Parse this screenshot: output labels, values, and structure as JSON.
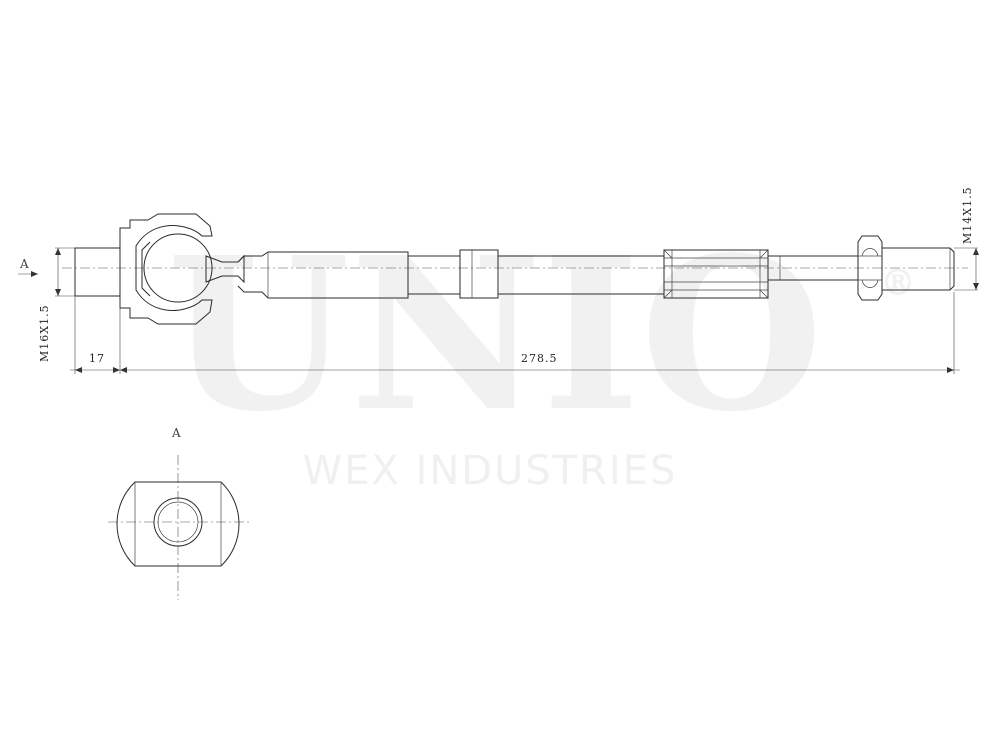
{
  "watermark": {
    "brand": "UNIO",
    "registered": "®",
    "company": "WEX INDUSTRIES"
  },
  "dimensions": {
    "left_thread": "M16X1.5",
    "right_thread": "M14X1.5",
    "left_length": "17",
    "total_length": "278.5"
  },
  "views": {
    "section_marker": "A",
    "view_label": "A"
  },
  "colors": {
    "line": "#2b2b2b",
    "watermark": "#f1f1f1"
  }
}
